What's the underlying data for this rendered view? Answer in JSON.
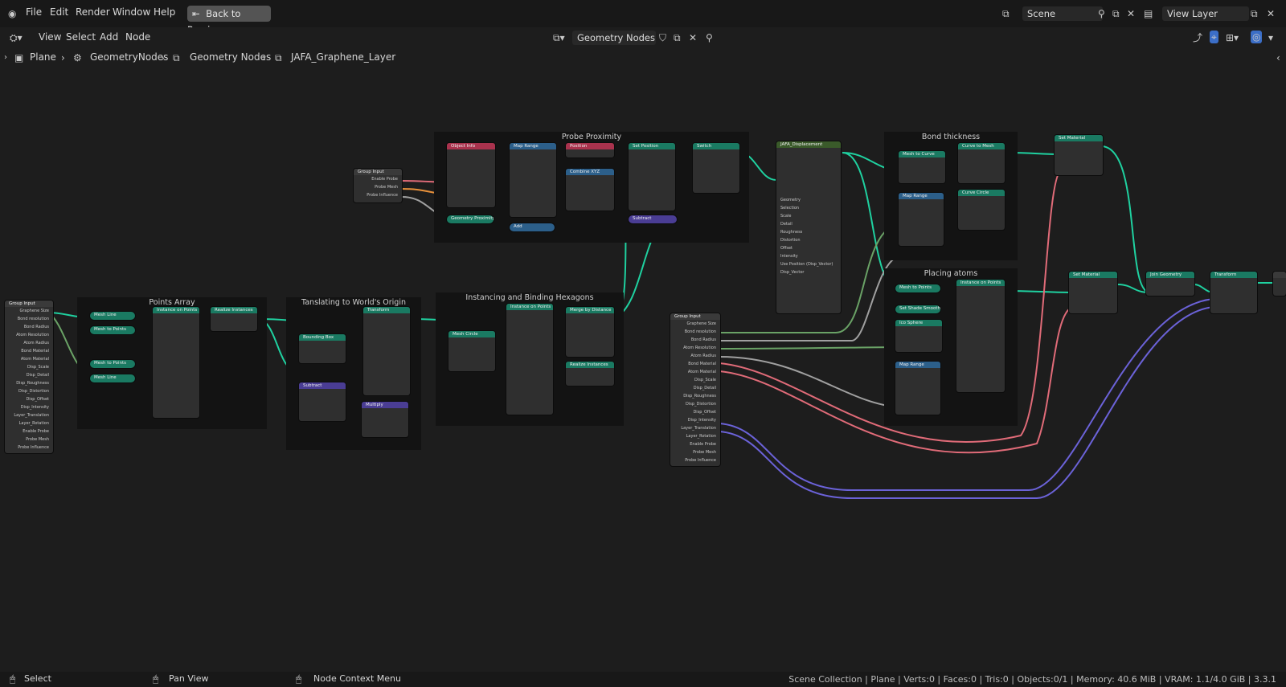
{
  "menu": {
    "items": [
      "File",
      "Edit",
      "Render",
      "Window",
      "Help"
    ],
    "back_button": "Back to Previous"
  },
  "scene": {
    "name": "Scene"
  },
  "view_layer": {
    "name": "View Layer"
  },
  "editor_menu": {
    "items": [
      "View",
      "Select",
      "Add",
      "Node"
    ]
  },
  "node_tree": {
    "name": "Geometry Nodes"
  },
  "breadcrumb": [
    "Plane",
    "GeometryNodes",
    "Geometry Nodes",
    "JAFA_Graphene_Layer"
  ],
  "frames": {
    "probe": "Probe Proximity",
    "points_array": "Points Array",
    "translating": "Tanslating to World's Origin",
    "instancing": "Instancing and Binding Hexagons",
    "bond": "Bond thickness",
    "placing": "Placing atoms"
  },
  "nodes": {
    "group_input_left": "Group Input",
    "group_input_small": "Group Input",
    "group_input_right": "Group Input",
    "object_info": "Object Info",
    "map_range_1": "Map Range",
    "position": "Position",
    "combine_xyz": "Combine XYZ",
    "set_position": "Set Position",
    "switch": "Switch",
    "jafa_displacement": "JAFA_Displacement",
    "geometry_proximity": "Geometry Proximity",
    "add": "Add",
    "subtract_1": "Subtract",
    "mesh_line_1": "Mesh Line",
    "mesh_to_points_1": "Mesh to Points",
    "mesh_to_points_2": "Mesh to Points",
    "mesh_line_2": "Mesh Line",
    "instance_on_points_1": "Instance on Points",
    "realize_instances_1": "Realize Instances",
    "bounding_box": "Bounding Box",
    "subtract_2": "Subtract",
    "multiply": "Multiply",
    "transform_1": "Transform",
    "mesh_circle": "Mesh Circle",
    "instance_on_points_2": "Instance on Points",
    "merge_by_distance": "Merge by Distance",
    "realize_instances_2": "Realize Instances",
    "mesh_to_curve": "Mesh to Curve",
    "curve_to_mesh": "Curve to Mesh",
    "curve_circle": "Curve Circle",
    "map_range_2": "Map Range",
    "mesh_to_points_3": "Mesh to Points",
    "set_shade_smooth": "Set Shade Smooth",
    "ico_sphere": "Ico Sphere",
    "map_range_3": "Map Range",
    "instance_on_points_3": "Instance on Points",
    "set_material_1": "Set Material",
    "set_material_2": "Set Material",
    "join_geometry": "Join Geometry",
    "transform_2": "Transform"
  },
  "group_input_left_rows": [
    "Graphene Size",
    "Bond resolution",
    "Bond Radius",
    "Atom Resolution",
    "Atom Radius",
    "Bond Material",
    "Atom Material",
    "Disp_Scale",
    "Disp_Detail",
    "Disp_Roughness",
    "Disp_Distortion",
    "Disp_Offset",
    "Disp_Intensity",
    "Layer_Translation",
    "Layer_Rotation",
    "Enable Probe",
    "Probe Mesh",
    "Probe Influence"
  ],
  "group_input_right_rows": [
    "Graphene Size",
    "Bond resolution",
    "Bond Radius",
    "Atom Resolution",
    "Atom Radius",
    "Bond Material",
    "Atom Material",
    "Disp_Scale",
    "Disp_Detail",
    "Disp_Roughness",
    "Disp_Distortion",
    "Disp_Offset",
    "Disp_Intensity",
    "Layer_Translation",
    "Layer_Rotation",
    "Enable Probe",
    "Probe Mesh",
    "Probe Influence"
  ],
  "group_input_small_rows": [
    "Enable Probe",
    "Probe Mesh",
    "Probe Influence"
  ],
  "jafa_rows": [
    "Geometry",
    "Selection",
    "Scale",
    "Detail",
    "Roughness",
    "Distortion",
    "Offset",
    "Intensity",
    "Use Position (Disp_Vector)",
    "Disp_Vector"
  ],
  "status": {
    "select": "Select",
    "pan": "Pan View",
    "context": "Node Context Menu",
    "right": "Scene Collection | Plane | Verts:0 | Faces:0 | Tris:0 | Objects:0/1 | Memory: 40.6 MiB | VRAM: 1.1/4.0 GiB | 3.3.1"
  },
  "colors": {
    "geometry_link": "#1fd1a0",
    "material_link": "#e06b78",
    "vector_link": "#6b62d8",
    "float_link": "#a0a0a0"
  }
}
